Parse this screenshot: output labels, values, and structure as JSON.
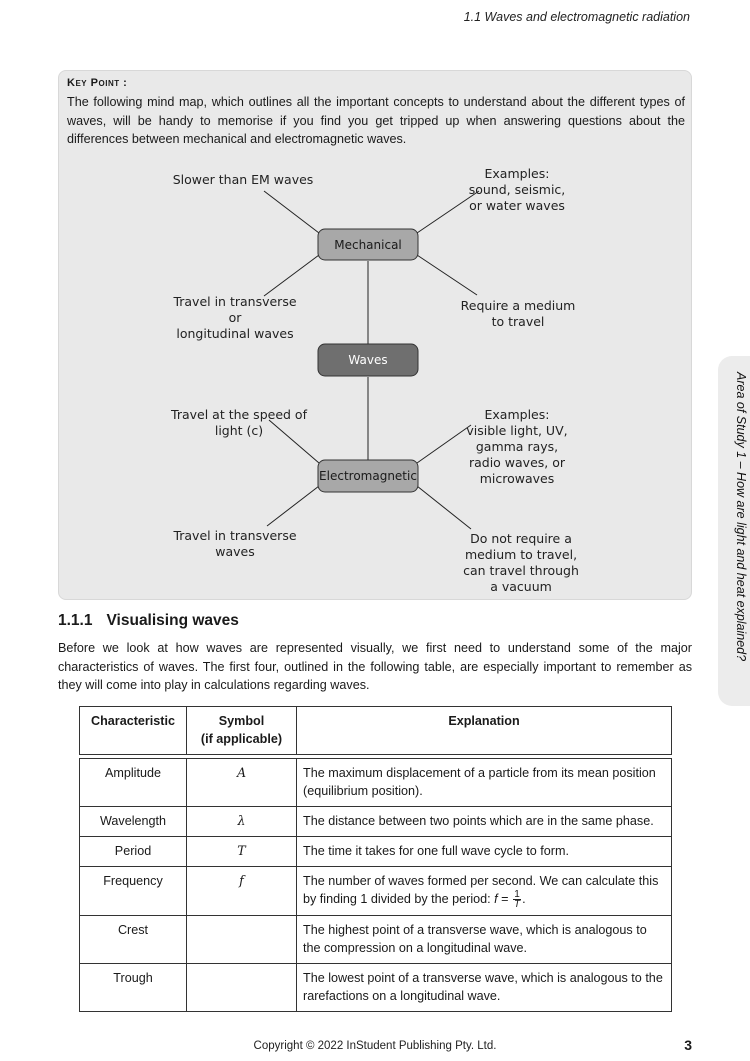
{
  "header": {
    "running_title": "1.1 Waves and electromagnetic radiation"
  },
  "key_point": {
    "title": "Key Point :",
    "text": "The following mind map, which outlines all the important concepts to understand about the different types of waves, will be handy to memorise if you find you get tripped up when answering questions about the differences between mechanical and electromagnetic waves."
  },
  "mind_map": {
    "center": "Waves",
    "mechanical": {
      "label": "Mechanical",
      "slower": "Slower than EM waves",
      "examples": [
        "Examples:",
        "sound, seismic,",
        "or water waves"
      ],
      "travel": [
        "Travel in transverse",
        "or",
        "longitudinal waves"
      ],
      "medium": [
        "Require a medium",
        "to travel"
      ]
    },
    "electromagnetic": {
      "label": "Electromagnetic",
      "speed": [
        "Travel at the speed of",
        "light (c)"
      ],
      "examples": [
        "Examples:",
        "visible light, UV,",
        "gamma rays,",
        "radio waves, or",
        "microwaves"
      ],
      "travel": [
        "Travel in transverse",
        "waves"
      ],
      "medium": [
        "Do not require a",
        "medium to travel,",
        "can travel through",
        "a vacuum"
      ]
    },
    "colors": {
      "node_light": "#a8a8a8",
      "node_dark": "#6f6f6f",
      "line": "#222222"
    }
  },
  "section": {
    "number": "1.1.1",
    "title": "Visualising waves",
    "intro": "Before we look at how waves are represented visually, we first need to understand some of the major characteristics of waves. The first four, outlined in the following table, are especially important to remember as they will come into play in calculations regarding waves."
  },
  "table": {
    "headers": {
      "characteristic": "Characteristic",
      "symbol_line1": "Symbol",
      "symbol_line2": "(if applicable)",
      "explanation": "Explanation"
    },
    "rows": [
      {
        "characteristic": "Amplitude",
        "symbol": "A",
        "explanation": "The maximum displacement of a particle from its mean position (equilibrium position)."
      },
      {
        "characteristic": "Wavelength",
        "symbol": "λ",
        "explanation": "The distance between two points which are in the same phase."
      },
      {
        "characteristic": "Period",
        "symbol": "T",
        "explanation": "The time it takes for one full wave cycle to form."
      },
      {
        "characteristic": "Frequency",
        "symbol": "f",
        "explanation": "The number of waves formed per second. We can calculate this by finding 1 divided by the period:",
        "formula": {
          "var": "f",
          "eq": "=",
          "num": "1",
          "den": "T",
          "end": "."
        }
      },
      {
        "characteristic": "Crest",
        "symbol": "",
        "explanation": "The highest point of a transverse wave, which is analogous to the compression on a longitudinal wave."
      },
      {
        "characteristic": "Trough",
        "symbol": "",
        "explanation": "The lowest point of a transverse wave, which is analogous to the rarefactions on a longitudinal wave."
      }
    ]
  },
  "side_tab": {
    "text": "Area of Study 1 – How are light and heat explained?"
  },
  "footer": {
    "copyright": "Copyright © 2022 InStudent Publishing Pty. Ltd.",
    "page_number": "3"
  }
}
